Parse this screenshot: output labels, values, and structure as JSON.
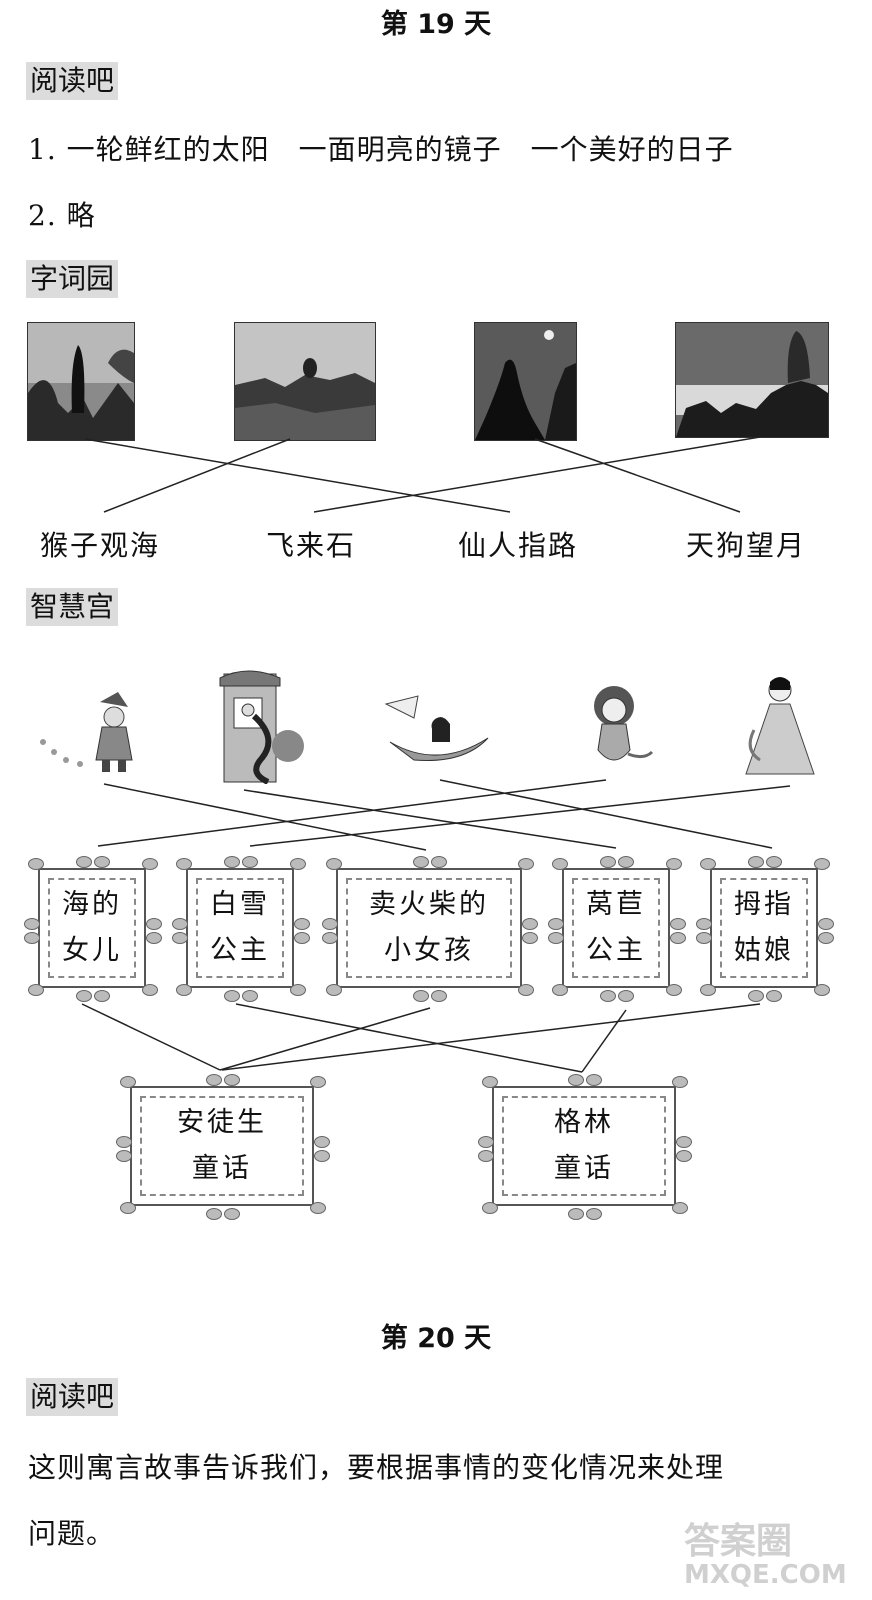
{
  "day19": {
    "title": "第 19 天",
    "reading": {
      "heading": "阅读吧",
      "line1": "1. 一轮鲜红的太阳　一面明亮的镜子　一个美好的日子",
      "line2": "2. 略"
    },
    "words": {
      "heading": "字词园",
      "labels": [
        "猴子观海",
        "飞来石",
        "仙人指路",
        "天狗望月"
      ]
    },
    "wisdom": {
      "heading": "智慧宫",
      "stories": [
        {
          "line1": "海的",
          "line2": "女儿"
        },
        {
          "line1": "白雪",
          "line2": "公主"
        },
        {
          "line1": "卖火柴的",
          "line2": "小女孩"
        },
        {
          "line1": "莴苣",
          "line2": "公主"
        },
        {
          "line1": "拇指",
          "line2": "姑娘"
        }
      ],
      "authors": [
        {
          "line1": "安徒生",
          "line2": "童话"
        },
        {
          "line1": "格林",
          "line2": "童话"
        }
      ]
    }
  },
  "day20": {
    "title": "第 20 天",
    "reading": {
      "heading": "阅读吧",
      "line1": "这则寓言故事告诉我们，要根据事情的变化情况来处理",
      "line2": "问题。"
    }
  },
  "watermark": {
    "top": "答案圈",
    "bottom": "MXQE.COM"
  },
  "icons": [
    "landscape-photo-icon",
    "fairy-tale-character-icon",
    "leaf-decoration-icon"
  ]
}
